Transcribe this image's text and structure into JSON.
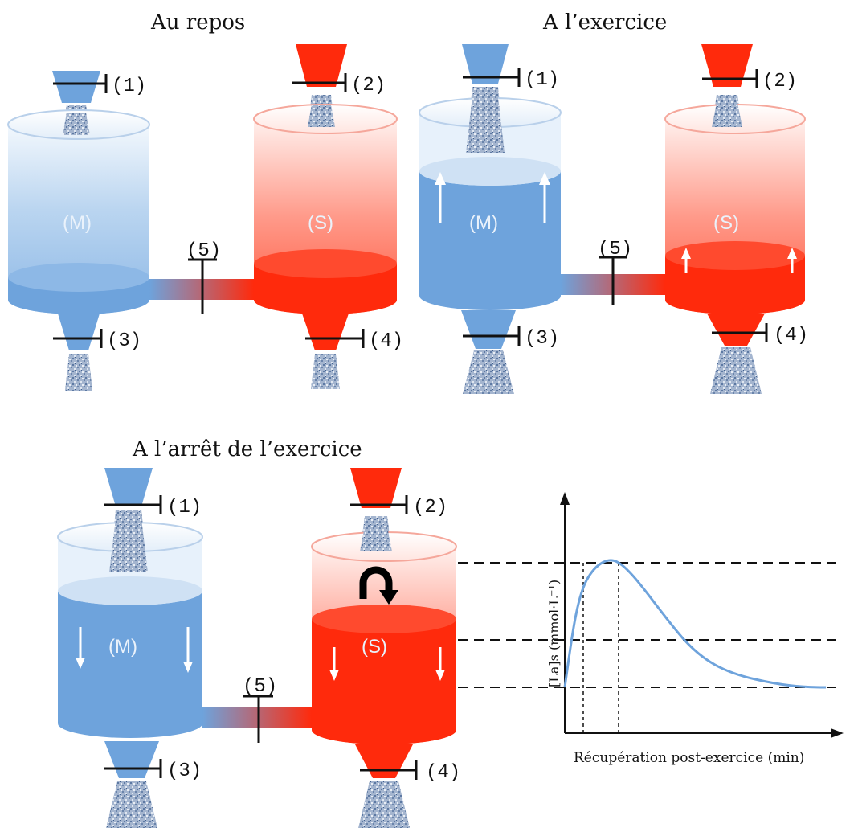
{
  "panels": {
    "rest": {
      "title": "Au repos"
    },
    "exercise": {
      "title": "A l’exercice"
    },
    "stop": {
      "title": "A l’arrêt de l’exercice"
    }
  },
  "labels": {
    "muscle": "(M)",
    "blood": "(S)",
    "valve1": "(1)",
    "valve2": "(2)",
    "valve3": "(3)",
    "valve4": "(4)",
    "valve5": "(5)"
  },
  "graph": {
    "xlabel": "Récupération post-exercice (min)",
    "ylabel": "[La]s (mmol·L⁻¹)"
  },
  "colors": {
    "muscle": "#6ea3dc",
    "blood": "#ff2a0c",
    "pattern": "#7f96b8"
  }
}
